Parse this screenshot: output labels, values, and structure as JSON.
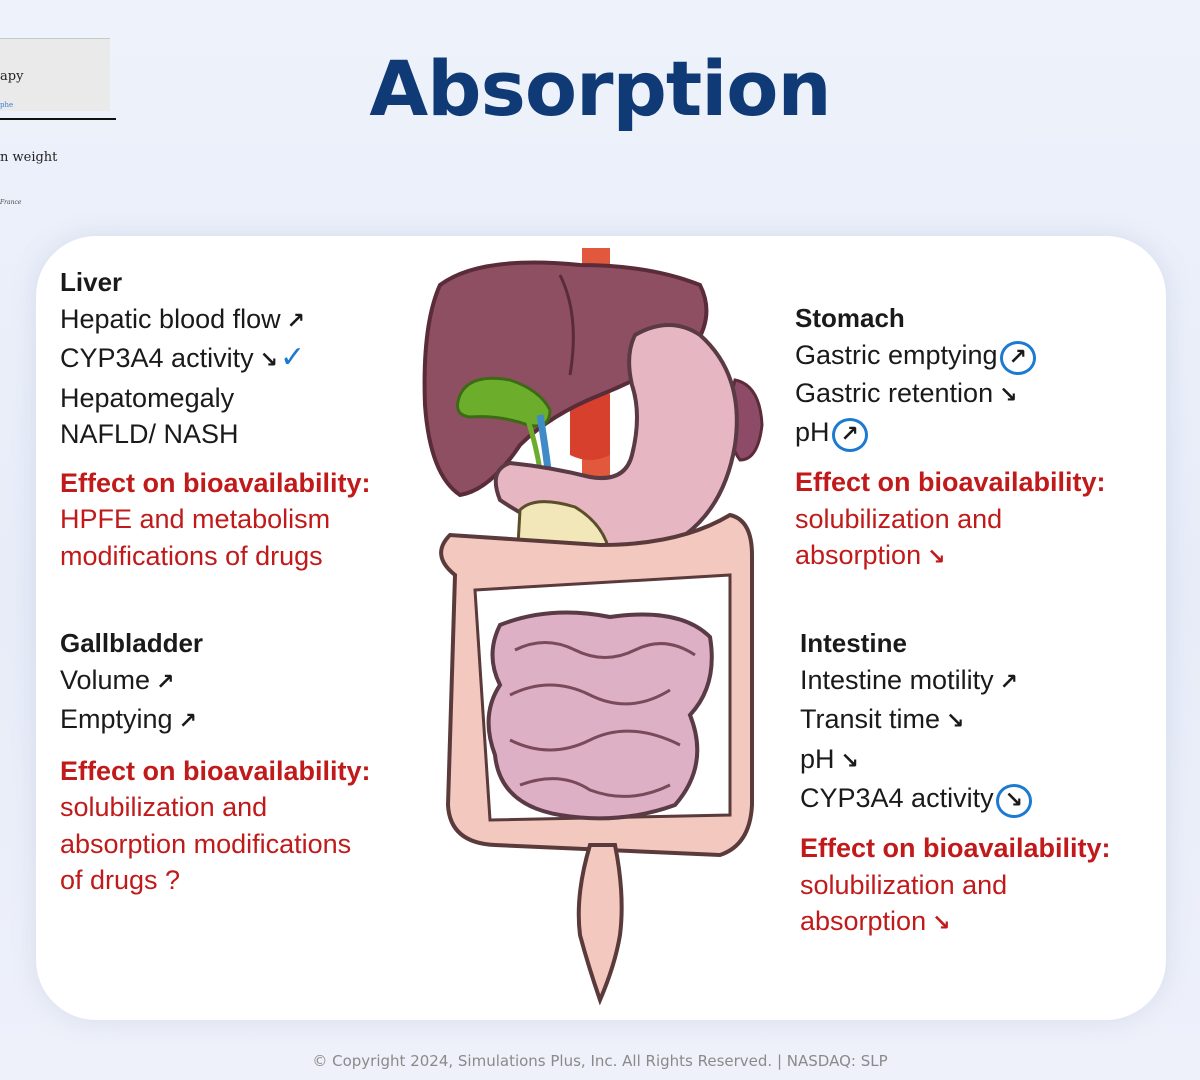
{
  "background_snippet": {
    "line1": "apy",
    "line2": "phe",
    "line3": "n weight",
    "line4": "France"
  },
  "title": "Absorption",
  "liver": {
    "title": "Liver",
    "items": [
      {
        "label": "Hepatic blood flow",
        "arrow": "↗"
      },
      {
        "label": "CYP3A4 activity",
        "arrow": "↘",
        "check": "✓"
      },
      {
        "label": "Hepatomegaly"
      },
      {
        "label": "NAFLD/ NASH"
      }
    ],
    "effect_title": "Effect on bioavailability:",
    "effect_lines": [
      "HPFE and metabolism",
      "modifications of drugs"
    ]
  },
  "gallbladder": {
    "title": "Gallbladder",
    "items": [
      {
        "label": "Volume",
        "arrow": "↗"
      },
      {
        "label": "Emptying",
        "arrow": "↗"
      }
    ],
    "effect_title": "Effect on bioavailability:",
    "effect_lines": [
      "solubilization and",
      "absorption modifications",
      "of drugs ?"
    ]
  },
  "stomach": {
    "title": "Stomach",
    "items": [
      {
        "label": "Gastric emptying",
        "arrow": "↗"
      },
      {
        "label": "Gastric retention",
        "arrow": "↘"
      },
      {
        "label": "pH",
        "arrow": "↗"
      }
    ],
    "effect_title": "Effect on bioavailability:",
    "effect_lines": [
      "solubilization and",
      "absorption"
    ],
    "effect_arrow": "↘"
  },
  "intestine": {
    "title": "Intestine",
    "items": [
      {
        "label": "Intestine motility",
        "arrow": "↗"
      },
      {
        "label": "Transit time",
        "arrow": "↘"
      },
      {
        "label": "pH",
        "arrow": "↘"
      },
      {
        "label": "CYP3A4 activity",
        "arrow": "↘"
      }
    ],
    "effect_title": "Effect on bioavailability:",
    "effect_lines": [
      "solubilization and",
      "absorption"
    ],
    "effect_arrow": "↘"
  },
  "colors": {
    "title": "#103a75",
    "effect": "#c01a1a",
    "annotation": "#1c7ad0"
  },
  "copyright": "© Copyright 2024, Simulations Plus, Inc. All Rights Reserved. | NASDAQ: SLP"
}
